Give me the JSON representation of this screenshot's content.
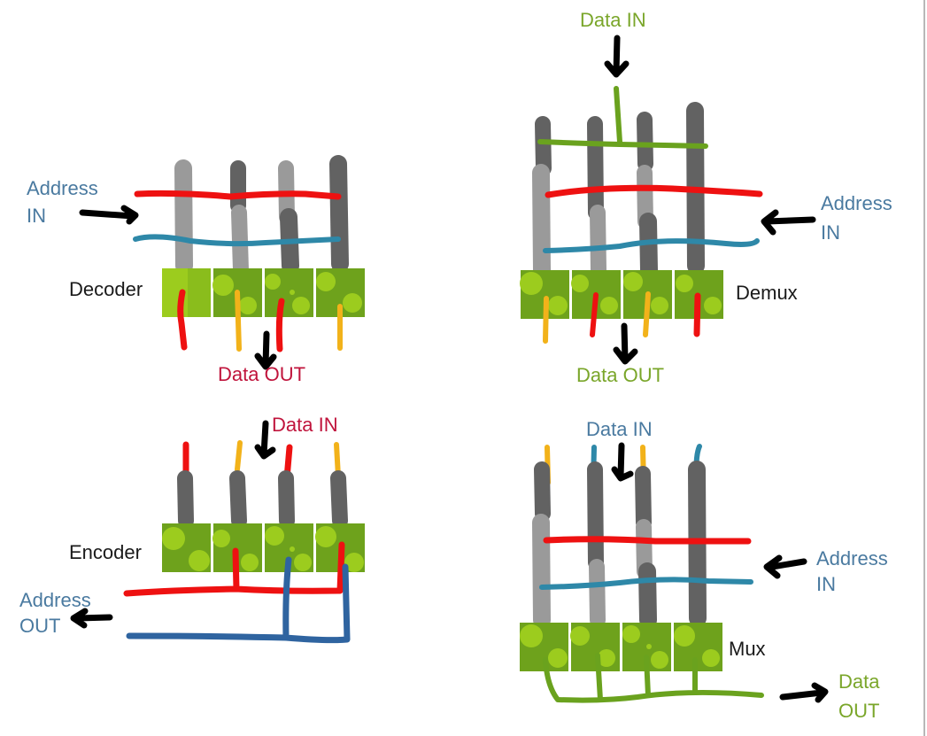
{
  "colors": {
    "address_wire_1": "#ee1111",
    "address_wire_2": "#2e88a8",
    "data_wire_green": "#6aa21e",
    "encoder_address_blue": "#2f64a0",
    "data_yellow": "#f2b21a",
    "pillar_light": "#9a9a9a",
    "pillar_dark": "#626262",
    "cell_dark_green": "#6ea21c",
    "cell_light_green": "#9ccc1e",
    "label_blue": "#4a7aa0",
    "label_red": "#c0143c",
    "label_green": "#7aa62a",
    "label_black": "#1a1a1a"
  },
  "diagrams": {
    "decoder": {
      "name": "Decoder",
      "input_label_line1": "Address",
      "input_label_line2": "IN",
      "output_label": "Data OUT",
      "output_wires": [
        "red",
        "yellow",
        "red",
        "yellow"
      ]
    },
    "demux": {
      "name": "Demux",
      "data_in_label": "Data IN",
      "address_label_line1": "Address",
      "address_label_line2": "IN",
      "output_label": "Data OUT",
      "output_wires": [
        "yellow",
        "red",
        "yellow",
        "red"
      ]
    },
    "encoder": {
      "name": "Encoder",
      "input_label": "Data IN",
      "output_label_line1": "Address",
      "output_label_line2": "OUT",
      "input_wires": [
        "red",
        "yellow",
        "red",
        "yellow"
      ]
    },
    "mux": {
      "name": "Mux",
      "data_in_label": "Data IN",
      "address_label_line1": "Address",
      "address_label_line2": "IN",
      "output_label_line1": "Data",
      "output_label_line2": "OUT",
      "input_wires": [
        "yellow",
        "blue",
        "yellow",
        "blue"
      ]
    }
  }
}
